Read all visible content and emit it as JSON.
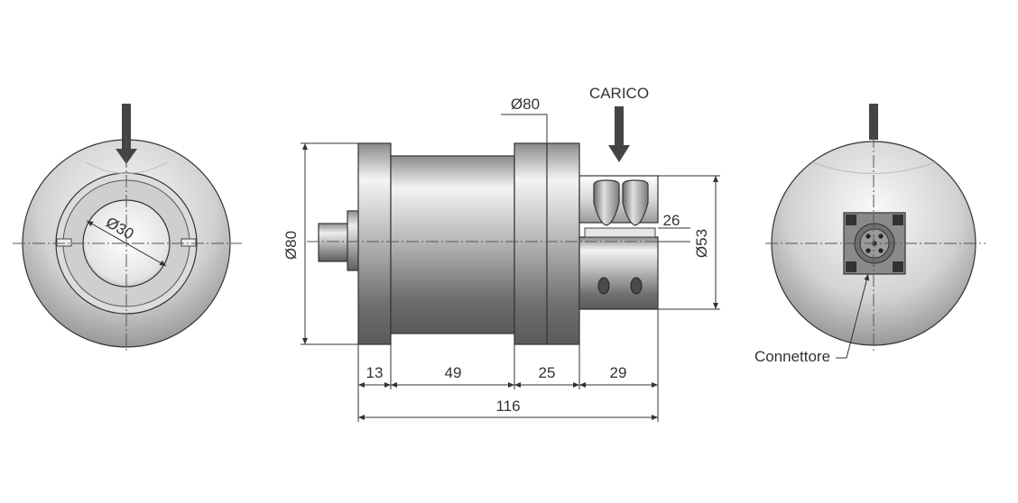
{
  "labels": {
    "load": "CARICO",
    "connector": "Connettore"
  },
  "dimensions": {
    "bore_diameter": "Ø30",
    "flange_diameter": "Ø80",
    "body_diameter": "Ø80",
    "mount_height": "Ø53",
    "mount_offset": "26",
    "len_flange": "13",
    "len_body": "49",
    "len_collar": "25",
    "len_mount": "29",
    "len_total": "116"
  },
  "colors": {
    "line": "#333333",
    "metal_dark": "#6e6e6e",
    "metal_light": "#f0f0f0"
  }
}
